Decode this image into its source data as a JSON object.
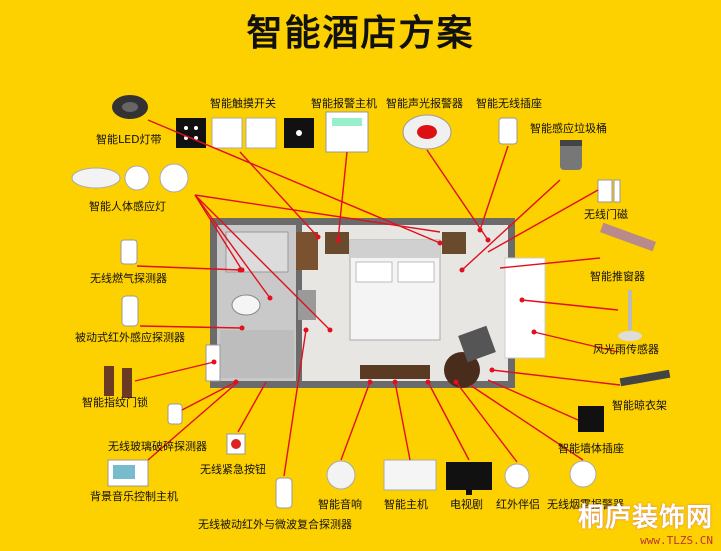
{
  "title": "智能酒店方案",
  "accent": "#fdd000",
  "line_color": "#e0101e",
  "watermark": {
    "name": "桐庐装饰网",
    "url": "www.TLZS.CN"
  },
  "labels": {
    "led_strip": "智能LED灯带",
    "touch_switch": "智能触摸开关",
    "alarm_host": "智能报警主机",
    "sound_light_alarm": "智能声光报警器",
    "wireless_socket": "智能无线插座",
    "sensor_bin": "智能感应垃圾桶",
    "body_sensor_lamp": "智能人体感应灯",
    "door_magnet": "无线门磁",
    "gas_detector": "无线燃气探测器",
    "window_pusher": "智能推窗器",
    "pir_detector": "被动式红外感应探测器",
    "wind_rain_sensor": "风光雨传感器",
    "fingerprint_lock": "智能指纹门锁",
    "drying_rack": "智能晾衣架",
    "glass_break": "无线玻璃破碎探测器",
    "wall_socket": "智能墙体插座",
    "emergency_button": "无线紧急按钮",
    "music_host": "背景音乐控制主机",
    "smart_speaker": "智能音响",
    "smart_host": "智能主机",
    "tv": "电视剧",
    "ir_companion": "红外伴侣",
    "smoke_detector": "无线烟雾报警器",
    "dual_detector": "无线被动红外与微波复合探测器"
  }
}
